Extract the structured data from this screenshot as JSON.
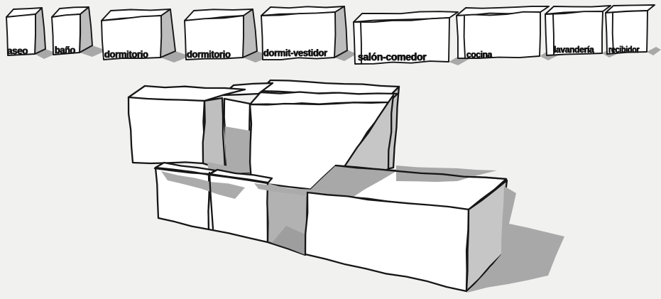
{
  "scene": {
    "description": "Hand-sketched 3D room boxes with labels above a stacked massing model"
  },
  "rooms": [
    {
      "id": "aseo",
      "label": "aseo"
    },
    {
      "id": "bano",
      "label": "baño"
    },
    {
      "id": "dormitorio-1",
      "label": "dormitorio"
    },
    {
      "id": "dormitorio-2",
      "label": "dormitorio"
    },
    {
      "id": "dormit-vestidor",
      "label": "dormit-vestidor"
    },
    {
      "id": "salon-comedor",
      "label": "salón-comedor"
    },
    {
      "id": "cocina",
      "label": "cocina"
    },
    {
      "id": "lavanderia",
      "label": "lavandería"
    },
    {
      "id": "recibidor",
      "label": "recibidor"
    }
  ],
  "colors": {
    "background": "#f1f1f0",
    "face": "#ffffff",
    "side": "#bdbdbd",
    "side_light": "#c6c6c6",
    "side_mid": "#bfbfbf",
    "shadow": "#a8a8a8",
    "shadow_soft": "#ababab",
    "slot": "#b2b2b2",
    "slot_dark": "#9e9e9e",
    "line": "#161616"
  }
}
